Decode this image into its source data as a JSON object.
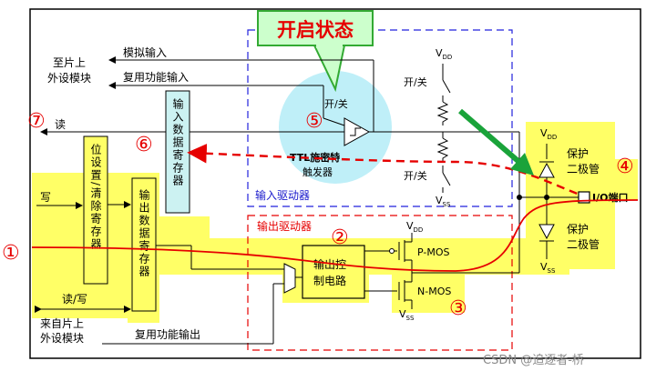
{
  "callout": {
    "title": "开启状态"
  },
  "labels": {
    "to_peripheral_l1": "至片上",
    "to_peripheral_l2": "外设模块",
    "analog_input": "模拟输入",
    "af_input": "复用功能输入",
    "read": "读",
    "write": "写",
    "read_write": "读/写",
    "from_peripheral_l1": "来自片上",
    "from_peripheral_l2": "外设模块",
    "af_output": "复用功能输出",
    "input_driver": "输入驱动器",
    "output_driver": "输出驱动器",
    "on_off": "开/关",
    "schmitt_l1": "TTL施密特",
    "schmitt_l2": "触发器",
    "protect_l1": "保护",
    "protect_l2": "二极管",
    "vdd": "V",
    "vdd_sub": "DD",
    "vss": "V",
    "vss_sub": "SS",
    "pmos": "P-MOS",
    "nmos": "N-MOS",
    "io_port": "I/O端口",
    "watermark": "CSDN @追逐者-桥"
  },
  "blocks": {
    "input_data_reg": "输入数据寄存器",
    "set_reset_reg": "位设置/清除寄存器",
    "output_data_reg": "输出数据寄存器",
    "output_control_l1": "输出控",
    "output_control_l2": "制电路"
  },
  "markers": [
    "①",
    "②",
    "③",
    "④",
    "⑤",
    "⑥",
    "⑦"
  ],
  "colors": {
    "highlight_yellow": "#ffff66",
    "input_driver_border": "#2222dd",
    "output_driver_border": "#e60000",
    "input_reg_fill": "#ccf2f2",
    "callout_fill": "#ccffcc",
    "callout_border": "#33aa33",
    "circle_fill": "#bfeff8",
    "signal_red": "#e60000",
    "arrow_green": "#1aa33a"
  }
}
